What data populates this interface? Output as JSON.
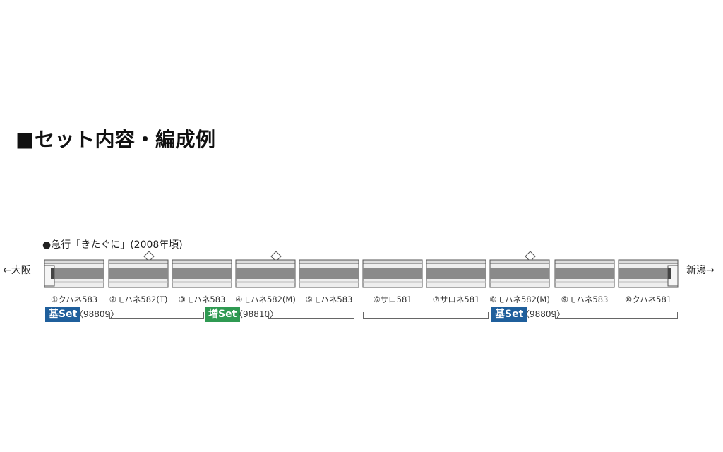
{
  "title": "■セット内容・編成例",
  "subtitle": "●急行「きたぐに」(2008年頃)",
  "direction": {
    "left": "←大阪",
    "right": "新潟→"
  },
  "cars": [
    {
      "label": "①クハネ583",
      "type": "cab-left",
      "pantograph": false
    },
    {
      "label": "②モハネ582(T)",
      "type": "mid",
      "pantograph": true
    },
    {
      "label": "③モハネ583",
      "type": "mid",
      "pantograph": false
    },
    {
      "label": "④モハネ582(M)",
      "type": "mid",
      "pantograph": true
    },
    {
      "label": "⑤モハネ583",
      "type": "mid",
      "pantograph": false
    },
    {
      "label": "⑥サロ581",
      "type": "mid",
      "pantograph": false
    },
    {
      "label": "⑦サロネ581",
      "type": "mid",
      "pantograph": false
    },
    {
      "label": "⑧モハネ582(M)",
      "type": "mid",
      "pantograph": true
    },
    {
      "label": "⑨モハネ583",
      "type": "mid",
      "pantograph": false
    },
    {
      "label": "⑩クハネ581",
      "type": "cab-right",
      "pantograph": false
    }
  ],
  "sets": [
    {
      "badge": "基Set",
      "number": "〈98809〉",
      "color": "#1f5f9c"
    },
    {
      "badge": "増Set",
      "number": "〈98810〉",
      "color": "#2f9a52"
    },
    {
      "badge": "基Set",
      "number": "〈98809〉",
      "color": "#1f5f9c"
    }
  ],
  "colors": {
    "body": "#eeeeee",
    "stripe": "#8a8a8a",
    "outline": "#555555"
  }
}
